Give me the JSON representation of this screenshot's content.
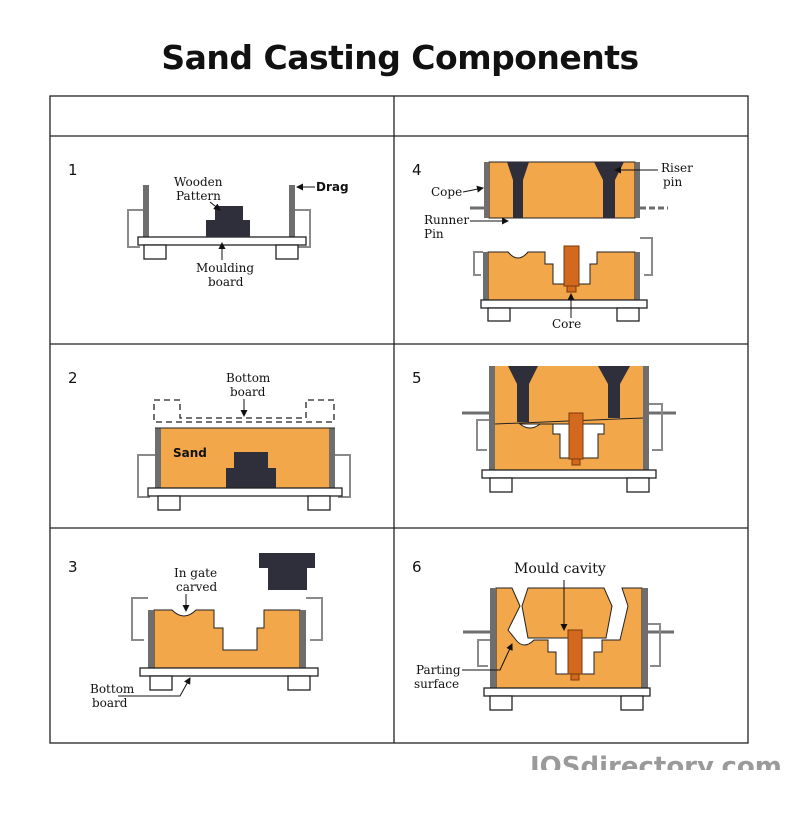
{
  "title": "Sand Casting Components",
  "watermark": "IQSdirectory.com",
  "colors": {
    "sand": "#F2A74A",
    "pattern": "#2F2E3B",
    "frame": "#6E6E6E",
    "core": "#D2691E",
    "grid": "#222222"
  },
  "panels": {
    "p1": {
      "number": "1",
      "labels": {
        "wooden_1": "Wooden",
        "wooden_2": "Pattern",
        "drag": "Drag",
        "moulding_1": "Moulding",
        "moulding_2": "board"
      }
    },
    "p2": {
      "number": "2",
      "labels": {
        "bottom_1": "Bottom",
        "bottom_2": "board",
        "sand": "Sand"
      }
    },
    "p3": {
      "number": "3",
      "labels": {
        "ingate_1": "In gate",
        "ingate_2": "carved",
        "bottom_1": "Bottom",
        "bottom_2": "board"
      }
    },
    "p4": {
      "number": "4",
      "labels": {
        "cope": "Cope",
        "riser_1": "Riser",
        "riser_2": "pin",
        "runner_1": "Runner",
        "runner_2": "Pin",
        "core": "Core"
      }
    },
    "p5": {
      "number": "5"
    },
    "p6": {
      "number": "6",
      "labels": {
        "cavity": "Mould cavity",
        "parting_1": "Parting",
        "parting_2": "surface"
      }
    }
  }
}
